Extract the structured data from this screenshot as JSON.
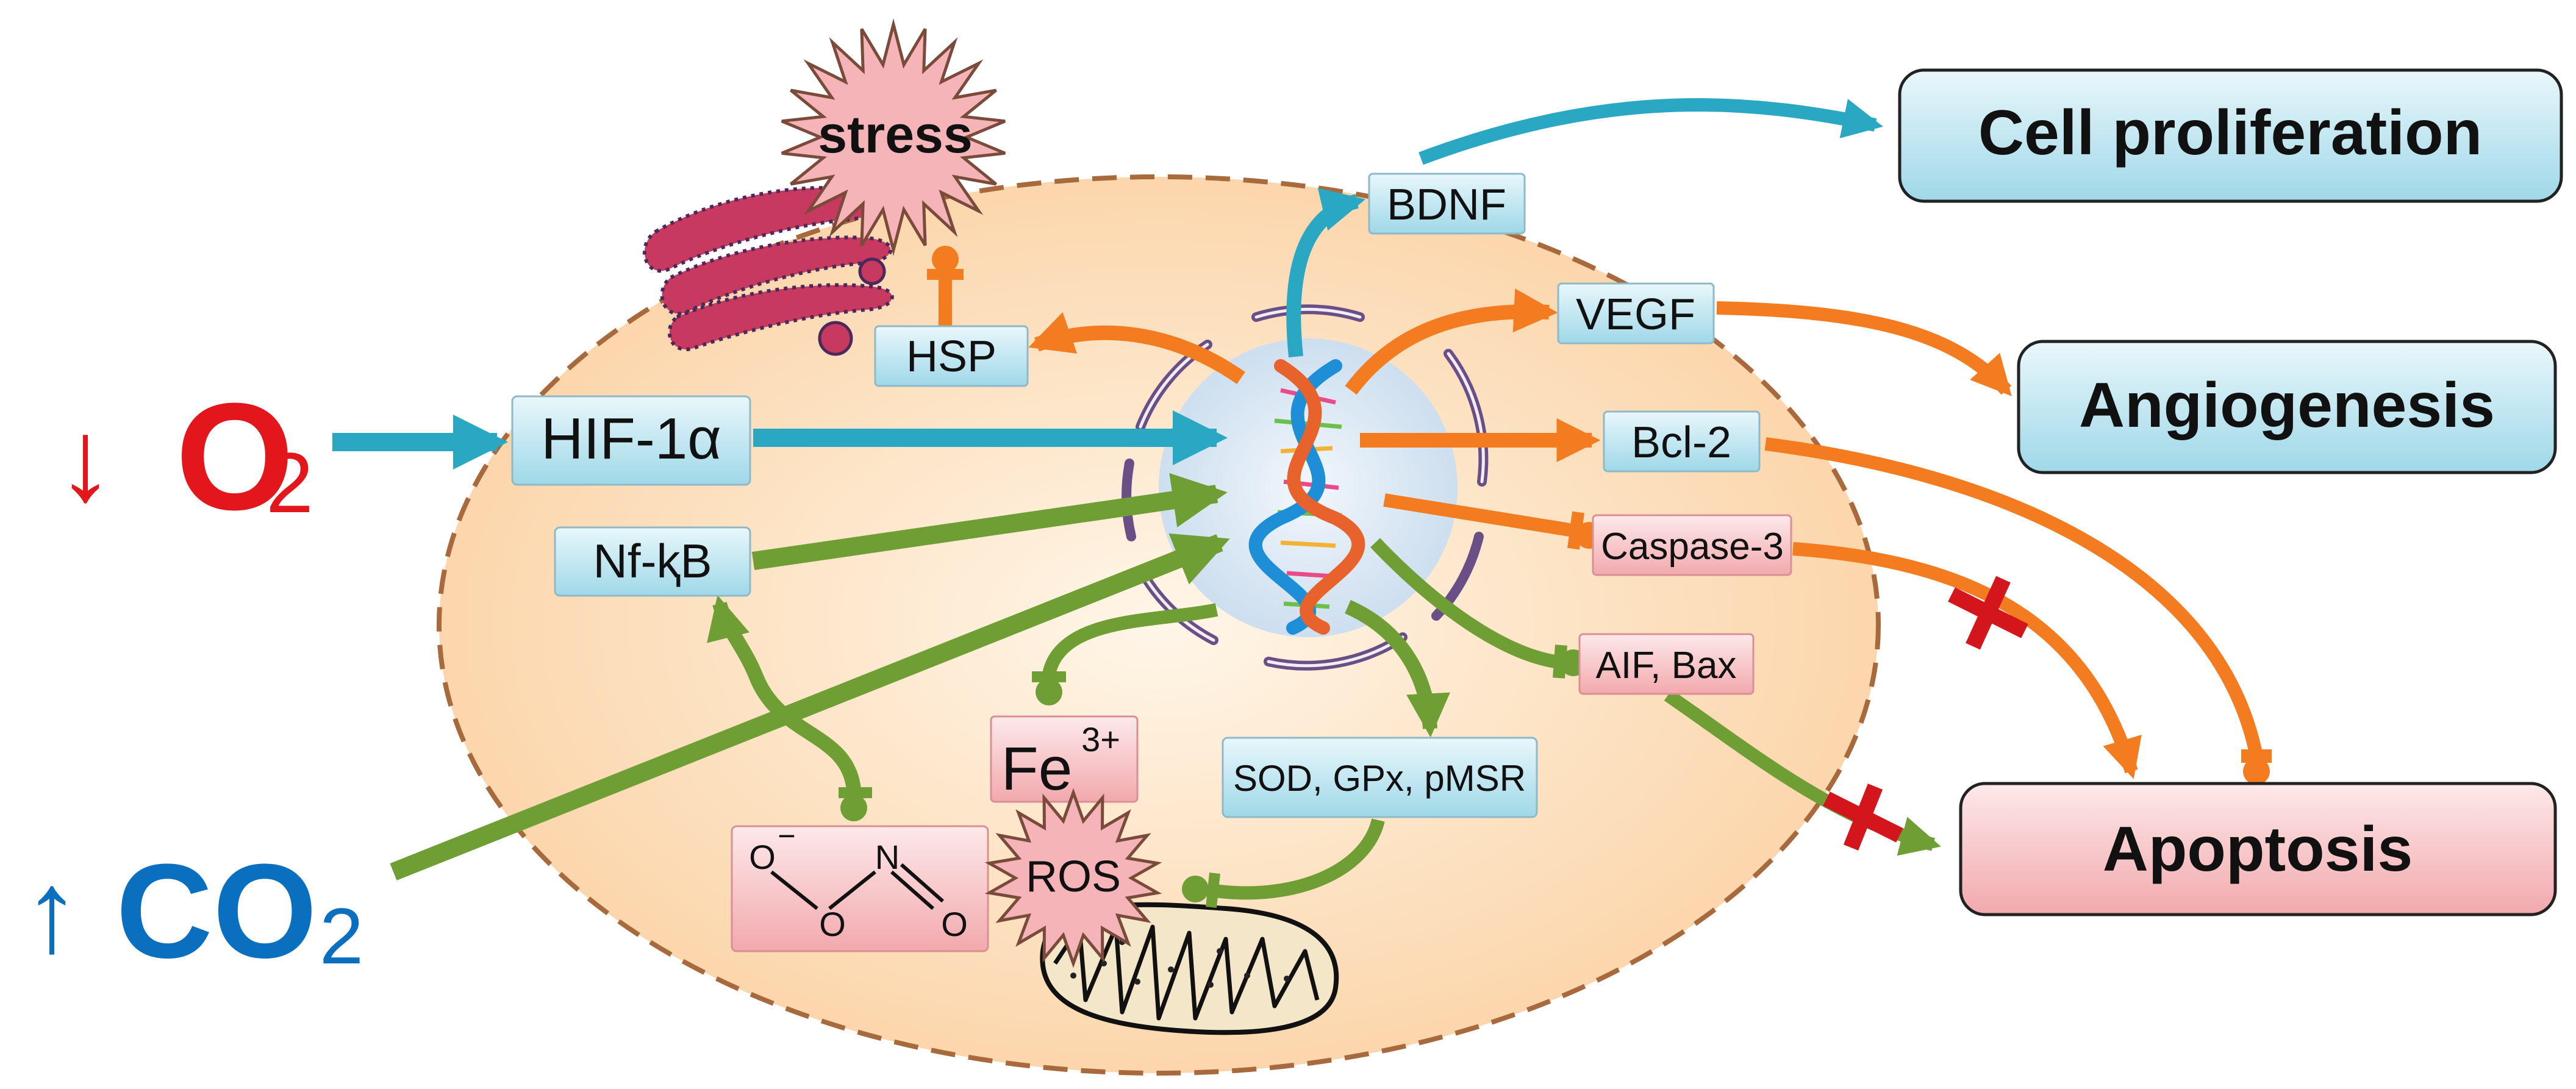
{
  "inputs": {
    "o2_arrow": "↓",
    "o2_label": "O",
    "o2_sub": "2",
    "co2_arrow": "↑",
    "co2_label": "CO",
    "co2_sub": "2"
  },
  "cell": {
    "stress": "stress",
    "hsp": "HSP",
    "bdnf": "BDNF",
    "vegf": "VEGF",
    "hif": "HIF-1α",
    "bcl2": "Bcl-2",
    "nfkb": "Nf-ⱪB",
    "caspase": "Caspase-3",
    "aif": "AIF, Bax",
    "fe": "Fe",
    "fe_sup": "3+",
    "sod": "SOD, GPx, pMSR",
    "ros": "ROS",
    "no2_o1": "O",
    "no2_minus": "−",
    "no2_n": "N",
    "no2_o2": "O",
    "no2_o3": "O"
  },
  "outcomes": {
    "proliferation": "Cell proliferation",
    "angiogenesis": "Angiogenesis",
    "apoptosis": "Apoptosis"
  },
  "colors": {
    "cyan": "#2aa7c2",
    "orange": "#f47c20",
    "green": "#6f9e35",
    "red": "#e3161b",
    "blue": "#0b6fbf"
  },
  "icons": [
    "dna-icon",
    "golgi-icon",
    "mitochondrion-icon",
    "inhibition-cross-icon"
  ]
}
